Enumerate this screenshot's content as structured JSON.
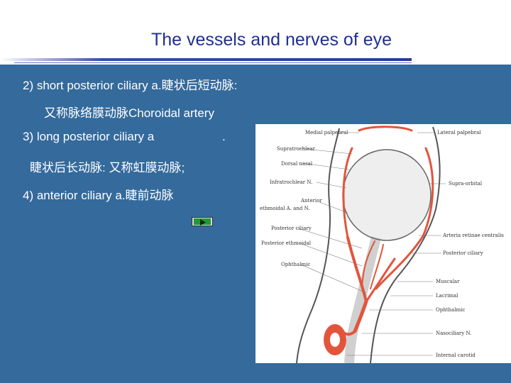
{
  "slide": {
    "title": "The vessels and nerves of eye",
    "lines": [
      "2) short posterior ciliary a.睫状后短动脉:",
      "又称脉络膜动脉Choroidal artery",
      "3) long posterior ciliary a",
      ".",
      "睫状后长动脉: 又称虹膜动脉;",
      "4) anterior ciliary a.睫前动脉"
    ]
  },
  "figure": {
    "left_labels": [
      "Medial palpebral",
      "Supratrochlear",
      "Dorsal nasal",
      "Infratrochlear N.",
      "Anterior",
      "ethmoidal A. and N.",
      "Posterior ciliary",
      "Posterior ethmoidal",
      "Ophthalmic"
    ],
    "right_labels": [
      "Lateral palpebral",
      "Supra-orbital",
      "Arteria retinae centralis",
      "Posterior ciliary",
      "Muscular",
      "Lacrimal",
      "Ophthalmic",
      "Nasociliary N.",
      "Internal carotid"
    ],
    "artery_color": "#e2553d",
    "outline_color": "#555555"
  },
  "colors": {
    "title": "#1f2f8f",
    "panel": "#346a9c",
    "text": "#ffffff",
    "play_green": "#1f9a3a"
  },
  "controls": {
    "play_icon": "play-icon"
  }
}
